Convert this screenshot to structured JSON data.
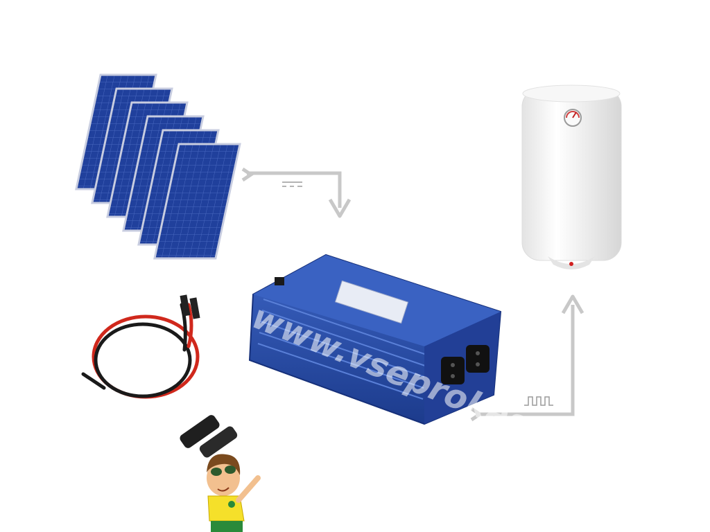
{
  "scene": {
    "watermark": "www.vseprokas...",
    "symbols": {
      "dc": "dc-symbol",
      "ac": "square-wave-symbol"
    },
    "colors": {
      "panel": "#1f3f9a",
      "inverter": "#2a4fa8",
      "arrow": "#c8c8c8",
      "cable_red": "#d0281c",
      "cable_black": "#1a1a1a",
      "heater": "#f2f2f2"
    }
  }
}
